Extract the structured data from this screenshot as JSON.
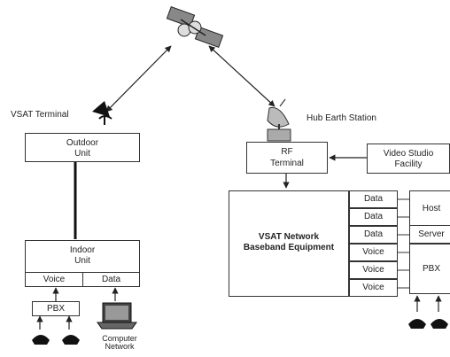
{
  "labels": {
    "vsat_terminal": "VSAT Terminal",
    "hub_earth_station": "Hub Earth Station",
    "outdoor_unit_line1": "Outdoor",
    "outdoor_unit_line2": "Unit",
    "indoor_unit_line1": "Indoor",
    "indoor_unit_line2": "Unit",
    "voice": "Voice",
    "data": "Data",
    "pbx": "PBX",
    "computer_network_line1": "Computer",
    "computer_network_line2": "Network",
    "rf_terminal_line1": "RF",
    "rf_terminal_line2": "Terminal",
    "video_studio_line1": "Video Studio",
    "video_studio_line2": "Facility",
    "baseband_line1": "VSAT Network",
    "baseband_line2": "Baseband Equipment",
    "host": "Host",
    "server": "Server",
    "hub_pbx": "PBX"
  },
  "port_rows": [
    "Data",
    "Data",
    "Data",
    "Voice",
    "Voice",
    "Voice"
  ]
}
